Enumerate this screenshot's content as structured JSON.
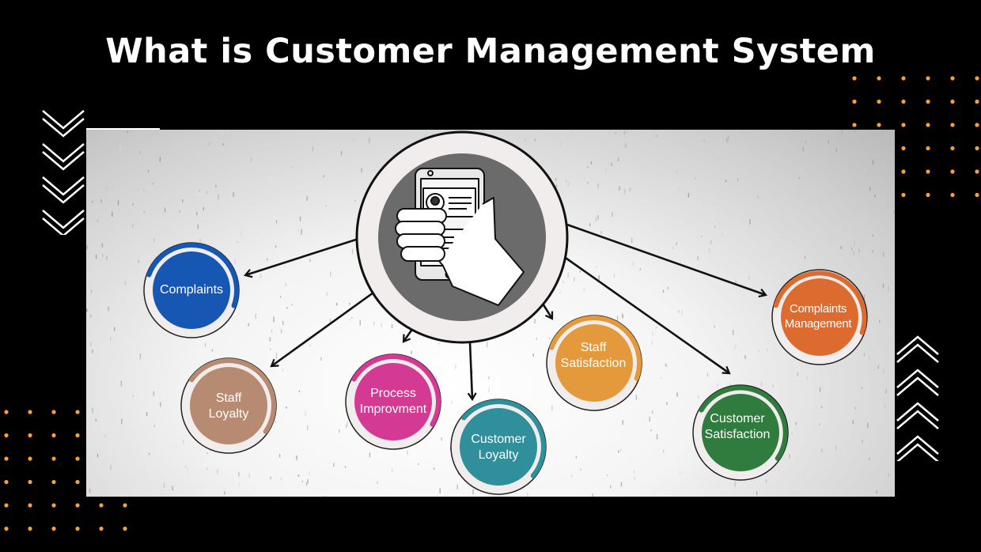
{
  "title": "What is Customer Management System",
  "colors": {
    "background": "#000000",
    "accent_dots": "#f4a13c",
    "center_fill": "#6b6b6b",
    "ring": "#f1eded"
  },
  "center": {
    "icon": "smartphone-hand-icon"
  },
  "nodes": [
    {
      "id": "complaints",
      "label": "Complaints",
      "color": "#1657b4"
    },
    {
      "id": "staff-loyalty",
      "label": "Staff Loyalty",
      "color": "#b78b72"
    },
    {
      "id": "process-improvment",
      "label": "Process Improvment",
      "color": "#d43a93"
    },
    {
      "id": "customer-loyalty",
      "label": "Customer Loyalty",
      "color": "#2f8f9b"
    },
    {
      "id": "staff-satisfaction",
      "label": "Staff Satisfaction",
      "color": "#e5993d"
    },
    {
      "id": "customer-satisfaction",
      "label": "Customer Satisfaction",
      "color": "#2f7c3e"
    },
    {
      "id": "complaints-management",
      "label": "Complaints Management",
      "color": "#dd6a2f"
    }
  ]
}
